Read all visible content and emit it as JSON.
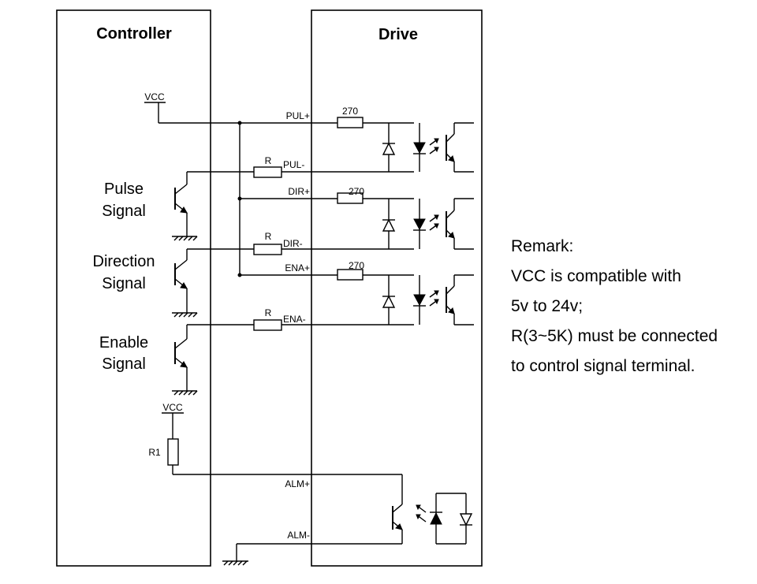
{
  "diagram": {
    "controller_title": "Controller",
    "drive_title": "Drive",
    "vcc_top": "VCC",
    "vcc_bottom": "VCC",
    "signals": [
      {
        "line1": "Pulse",
        "line2": "Signal"
      },
      {
        "line1": "Direction",
        "line2": "Signal"
      },
      {
        "line1": "Enable",
        "line2": "Signal"
      }
    ],
    "pins": {
      "pul_plus": "PUL+",
      "pul_minus": "PUL-",
      "dir_plus": "DIR+",
      "dir_minus": "DIR-",
      "ena_plus": "ENA+",
      "ena_minus": "ENA-",
      "alm_plus": "ALM+",
      "alm_minus": "ALM-"
    },
    "resistors": {
      "series_value": "270",
      "external_label": "R",
      "pullup_label": "R1"
    }
  },
  "remark": {
    "heading": "Remark:",
    "lines": [
      "VCC is compatible with",
      "5v to 24v;",
      "R(3~5K) must be connected",
      "to control signal terminal."
    ]
  }
}
